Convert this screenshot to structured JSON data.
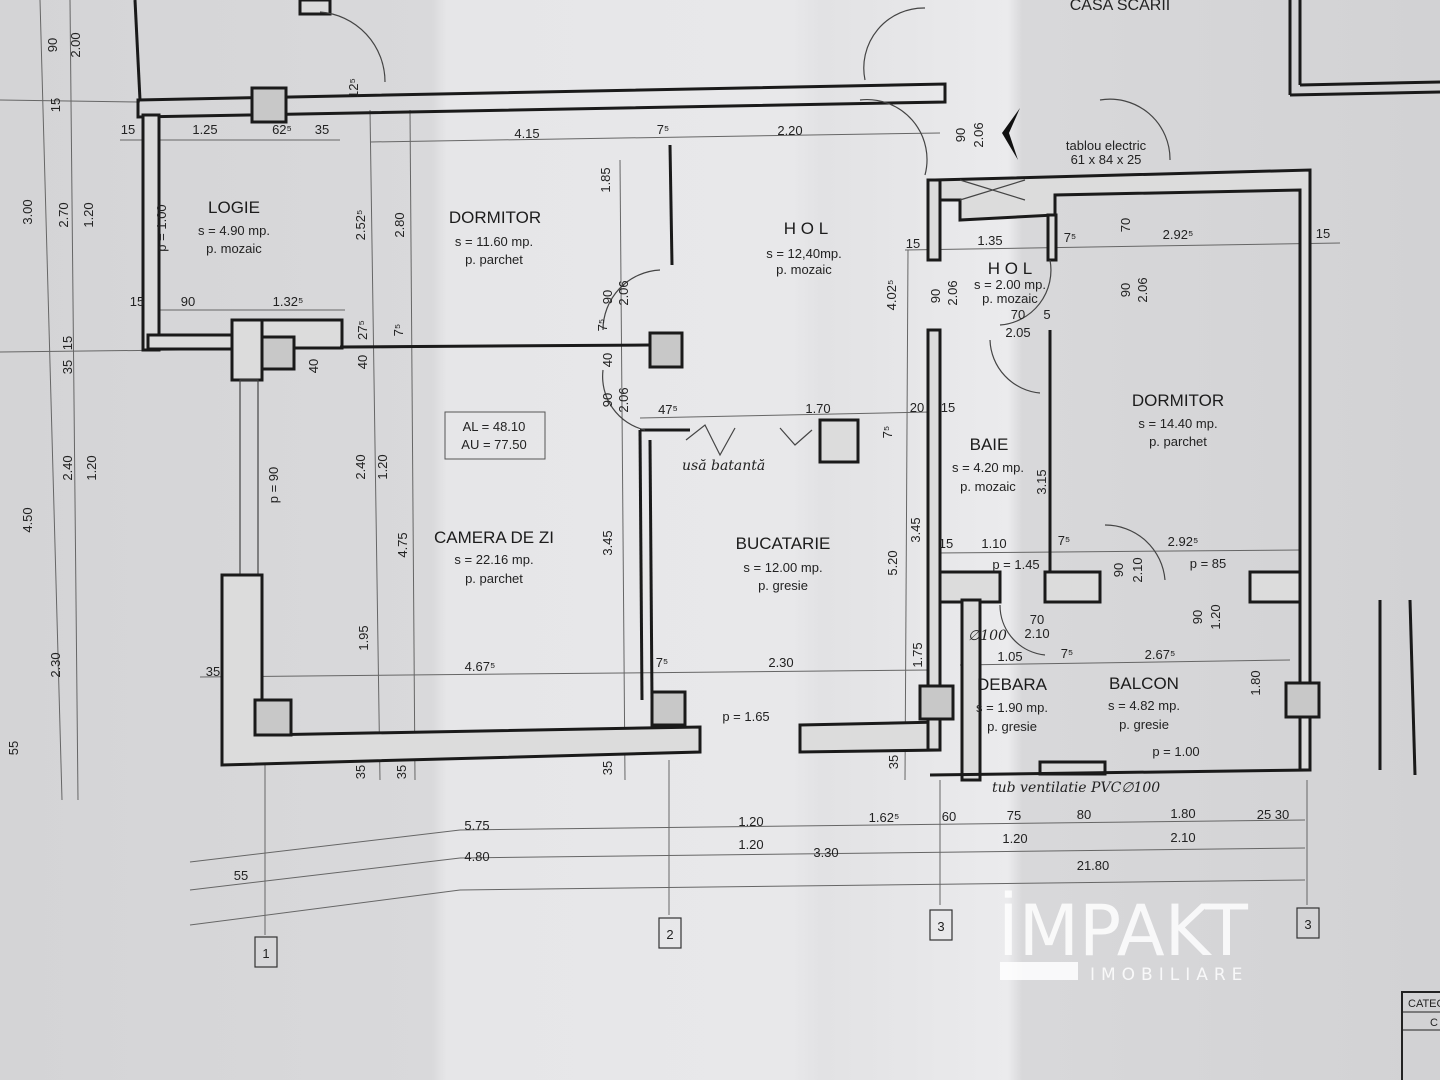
{
  "header": {
    "casa_scarii": "CASA SCARII"
  },
  "rooms": {
    "logie": {
      "name": "LOGIE",
      "area": "s = 4.90 mp.",
      "floor": "p. mozaic"
    },
    "dormitor1": {
      "name": "DORMITOR",
      "area": "s = 11.60 mp.",
      "floor": "p. parchet"
    },
    "hol1": {
      "name": "H O L",
      "area": "s = 12,40mp.",
      "floor": "p. mozaic"
    },
    "hol2": {
      "name": "H O L",
      "area": "s = 2.00 mp.",
      "floor": "p. mozaic"
    },
    "dormitor2": {
      "name": "DORMITOR",
      "area": "s = 14.40 mp.",
      "floor": "p. parchet"
    },
    "baie": {
      "name": "BAIE",
      "area": "s = 4.20 mp.",
      "floor": "p. mozaic"
    },
    "camera": {
      "name": "CAMERA DE ZI",
      "area": "s = 22.16 mp.",
      "floor": "p. parchet"
    },
    "bucatarie": {
      "name": "BUCATARIE",
      "area": "s = 12.00 mp.",
      "floor": "p. gresie"
    },
    "debara": {
      "name": "DEBARA",
      "area": "s = 1.90 mp.",
      "floor": "p. gresie"
    },
    "balcon": {
      "name": "BALCON",
      "area": "s = 4.82 mp.",
      "floor": "p. gresie"
    }
  },
  "annotations": {
    "tablou": "tablou electric",
    "tablou_size": "61 x 84 x 25",
    "al": "AL = 48.10",
    "au": "AU = 77.50",
    "usa": "usă batantă",
    "tub": "tub ventilatie PVC∅100",
    "phi": "∅100"
  },
  "dims": [
    "90",
    "2.00",
    "15",
    "3.00",
    "2.70",
    "1.20",
    "35",
    "15",
    "4.50",
    "2.40",
    "1.20",
    "2.30",
    "55",
    "15",
    "1.25",
    "62⁵",
    "35",
    "12⁵",
    "4.15",
    "7⁵",
    "2.20",
    "90",
    "2.06",
    "1.85",
    "2.52⁵",
    "2.80",
    "15",
    "90",
    "1.32⁵",
    "27⁵",
    "7⁵",
    "40",
    "40",
    "90",
    "2.06",
    "7⁵",
    "40",
    "90",
    "2.06",
    "47⁵",
    "1.70",
    "20",
    "15",
    "7⁵",
    "4.02⁵",
    "15",
    "1.35",
    "7⁵",
    "70",
    "2.92⁵",
    "15",
    "90",
    "2.06",
    "70",
    "5",
    "2.05",
    "90",
    "2.06",
    "3.15",
    "3.45",
    "3.45",
    "5.20",
    "15",
    "1.10",
    "7⁵",
    "2.92⁵",
    "p = 1.45",
    "90",
    "2.10",
    "p = 85",
    "90",
    "1.20",
    "70",
    "2.10",
    "1.05",
    "7⁵",
    "2.67⁵",
    "1.75",
    "1.80",
    "p = 1.00",
    "p = 1.65",
    "4.67⁵",
    "7⁵",
    "2.30",
    "35",
    "p = 90",
    "p = 1.00",
    "2.40",
    "1.20",
    "4.75",
    "1.95",
    "35",
    "35",
    "35",
    "35",
    "5.75",
    "1.20",
    "1.62⁵",
    "60",
    "75",
    "80",
    "1.80",
    "25 30",
    "1.20",
    "1.20",
    "2.10",
    "3.30",
    "4.80",
    "55",
    "21.80"
  ],
  "axes": [
    "1",
    "2",
    "3",
    "3"
  ],
  "title_block": {
    "category": "CATEG",
    "row": "C"
  },
  "watermark": {
    "brand": "İMPAKT",
    "tagline": "IMOBILIARE"
  }
}
